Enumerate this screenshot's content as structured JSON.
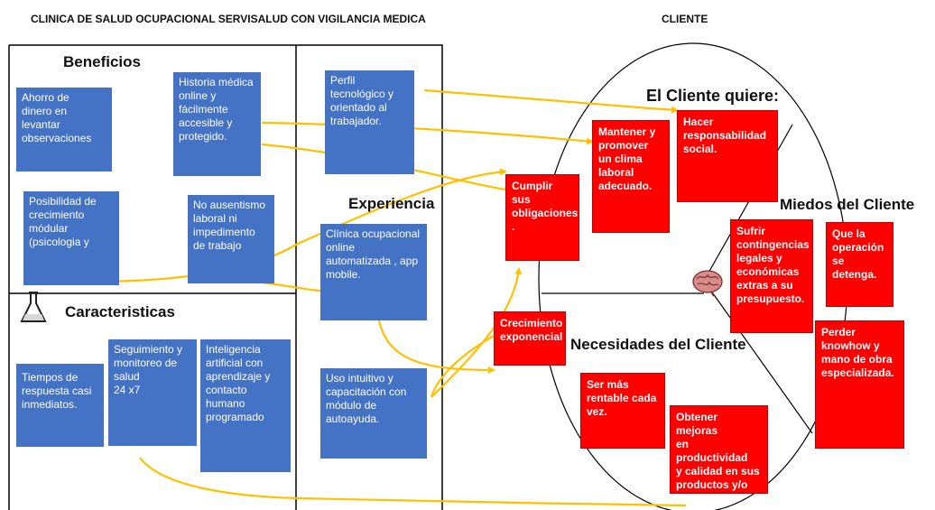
{
  "header": {
    "left_title": "CLINICA DE SALUD OCUPACIONAL SERVISALUD CON VIGILANCIA MEDICA",
    "right_title": "CLIENTE"
  },
  "sections": {
    "beneficios": "Beneficios",
    "caracteristicas": "Caracteristicas",
    "experiencia": "Experiencia",
    "cliente_quiere": "El Cliente quiere:",
    "miedos": "Miedos del Cliente",
    "necesidades": "Necesidades del Cliente"
  },
  "beneficios": [
    "Ahorro de\ndinero en\nlevantar\nobservaciones",
    "Historia médica\nonline y\nfácilmente\naccesible y\nprotegido.",
    "Posibilidad de\ncrecimiento\nmódular\n(psicologia y",
    "No ausentismo\nlaboral ni\nimpedimento\nde trabajo"
  ],
  "caracteristicas": [
    "Tiempos de\nrespuesta casi\ninmediatos.",
    "Seguimiento y\nmonitoreo de\nsalud\n24 x7",
    "Inteligencia\nartificial con\naprendizaje y\ncontacto\nhumano\nprogramado"
  ],
  "experiencia": [
    "Perfil\ntecnológico y\norientado al\ntrabajador.",
    "Clínica ocupacional\nonline\nautomatizada , app\nmobile.",
    "Uso intuitivo y\ncapacitación con\nmódulo de\nautoayuda."
  ],
  "cliente_quiere": [
    "Hacer\nresponsabilidad\nsocial.",
    "Mantener y\npromover\nun clima\nlaboral\nadecuado.",
    "Cumplir sus\nobligaciones\n."
  ],
  "miedos": [
    "Sufrir\ncontingencias\nlegales y\neconómicas\nextras a su\npresupuesto.",
    "Que la\noperación\nse detenga.",
    "Perder\nknowhow y\nmano de obra\nespecializada."
  ],
  "necesidades": [
    "Crecimiento\nexponencial",
    "Ser más\nrentable cada\nvez.",
    "Obtener mejoras\nen productividad\ny calidad en sus\nproductos y/o\nservicios."
  ],
  "icons": {
    "flask": "flask-icon",
    "brain": "brain-icon"
  },
  "colors": {
    "blue_box": "#4472c4",
    "red_box": "#ff0000",
    "arrow": "#ffc000",
    "outline": "#000000"
  }
}
